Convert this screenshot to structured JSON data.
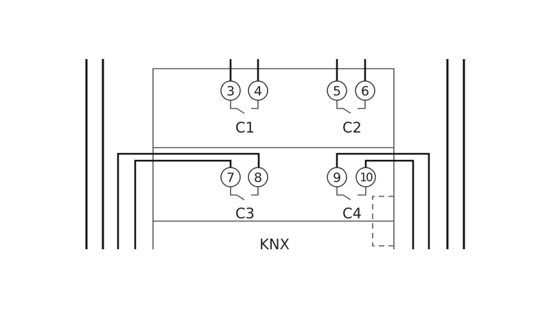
{
  "terminals": {
    "t3": "3",
    "t4": "4",
    "t5": "5",
    "t6": "6",
    "t7": "7",
    "t8": "8",
    "t9": "9",
    "t10": "10"
  },
  "contacts": {
    "c1": "C1",
    "c2": "C2",
    "c3": "C3",
    "c4": "C4"
  },
  "module_label": "KNX"
}
